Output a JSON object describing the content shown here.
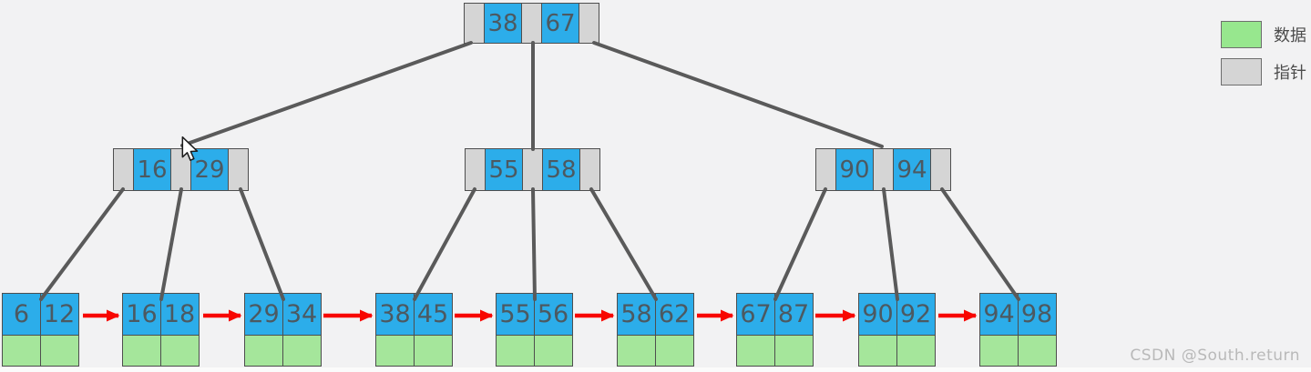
{
  "diagram": {
    "type": "b-plus-tree",
    "root": {
      "keys": [
        "38",
        "67"
      ]
    },
    "internal_nodes": [
      {
        "keys": [
          "16",
          "29"
        ]
      },
      {
        "keys": [
          "55",
          "58"
        ]
      },
      {
        "keys": [
          "90",
          "94"
        ]
      }
    ],
    "leaf_nodes": [
      {
        "keys": [
          "6",
          "12"
        ]
      },
      {
        "keys": [
          "16",
          "18"
        ]
      },
      {
        "keys": [
          "29",
          "34"
        ]
      },
      {
        "keys": [
          "38",
          "45"
        ]
      },
      {
        "keys": [
          "55",
          "56"
        ]
      },
      {
        "keys": [
          "58",
          "62"
        ]
      },
      {
        "keys": [
          "67",
          "87"
        ]
      },
      {
        "keys": [
          "90",
          "92"
        ]
      },
      {
        "keys": [
          "94",
          "98"
        ]
      }
    ]
  },
  "legend": {
    "items": [
      {
        "swatch": "data-green",
        "label": "数据"
      },
      {
        "swatch": "pointer-gray",
        "label": "指针"
      }
    ]
  },
  "watermark": "CSDN @South.return",
  "colors": {
    "key_cell_blue": "#2cadea",
    "data_cell_green": "#a5e69b",
    "pointer_cell_gray": "#d5d5d5",
    "connector_gray": "#5a5a5a",
    "linked_list_arrow_red": "#f80600",
    "background": "#f2f2f3"
  }
}
